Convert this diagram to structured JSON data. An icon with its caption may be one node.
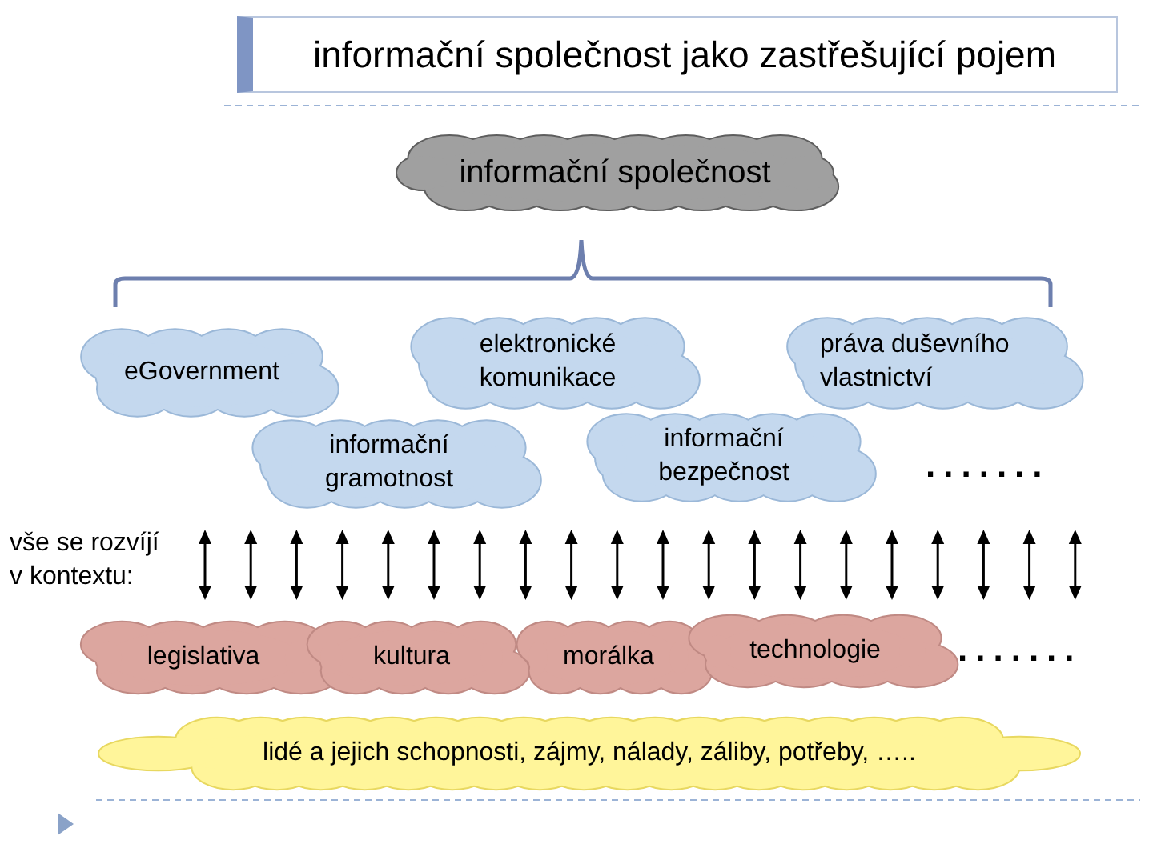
{
  "diagram": {
    "title": "informační společnost jako zastřešující pojem",
    "nodes": [
      {
        "text": [
          "informační společnost"
        ]
      },
      {
        "text": [
          "eGovernment"
        ]
      },
      {
        "text": [
          "elektronické komunikace"
        ]
      },
      {
        "text": [
          "práva duševního vlastnictví"
        ]
      },
      {
        "text": [
          "informační gramotnost"
        ]
      },
      {
        "text": [
          "informační bezpečnost"
        ]
      },
      {
        "text": [
          "legislativa"
        ]
      },
      {
        "text": [
          "kultura"
        ]
      },
      {
        "text": [
          "morálka"
        ]
      },
      {
        "text": [
          "technologie"
        ]
      },
      {
        "text": [
          "lidé a jejich schopnosti, zájmy, nálady, záliby, potřeby, ….."
        ]
      }
    ],
    "edges": [],
    "labels": [
      ".......",
      "vše se rozvíjí v kontextu:",
      "......."
    ]
  }
}
